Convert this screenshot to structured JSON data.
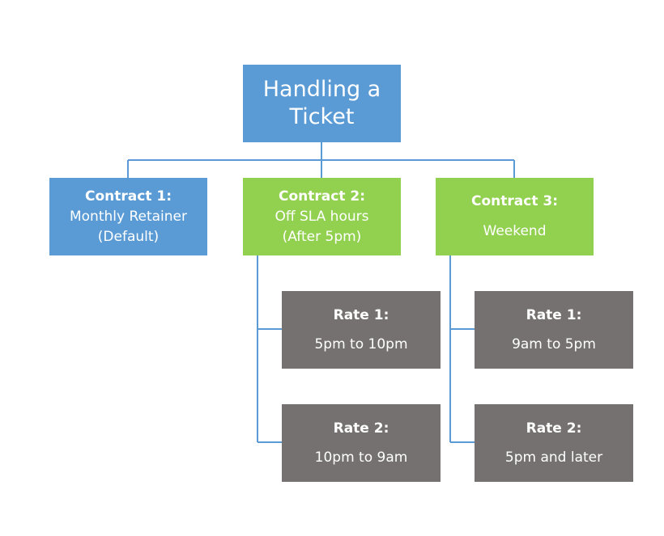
{
  "root": {
    "line1": "Handling a",
    "line2": "Ticket"
  },
  "contracts": [
    {
      "title": "Contract 1:",
      "line1": "Monthly Retainer",
      "line2": "(Default)"
    },
    {
      "title": "Contract 2:",
      "line1": "Off SLA hours",
      "line2": "(After 5pm)"
    },
    {
      "title": "Contract 3:",
      "line1": "Weekend"
    }
  ],
  "rates": {
    "contract2": [
      {
        "title": "Rate 1:",
        "value": "5pm to 10pm"
      },
      {
        "title": "Rate 2:",
        "value": "10pm to 9am"
      }
    ],
    "contract3": [
      {
        "title": "Rate 1:",
        "value": "9am to 5pm"
      },
      {
        "title": "Rate 2:",
        "value": "5pm and later"
      }
    ]
  },
  "colors": {
    "root": "#5b9bd5",
    "contract_default": "#5b9bd5",
    "contract_other": "#92d050",
    "rate": "#767171",
    "connector": "#5b9bd5"
  }
}
